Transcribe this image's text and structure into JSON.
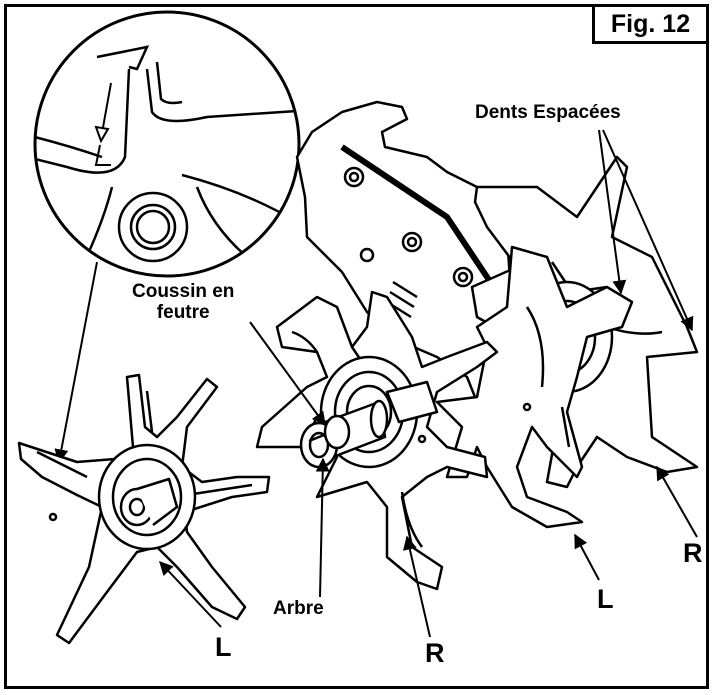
{
  "figure": {
    "label": "Fig. 12"
  },
  "labels": {
    "dents_espacees": "Dents Espacées",
    "coussin_line1": "Coussin en",
    "coussin_line2": "feutre",
    "arbre": "Arbre",
    "r_left": "R",
    "r_right": "R",
    "l_middle": "L",
    "l_left": "L"
  },
  "colors": {
    "ink": "#000000",
    "paper": "#ffffff",
    "steel": "#e6e6e6"
  }
}
